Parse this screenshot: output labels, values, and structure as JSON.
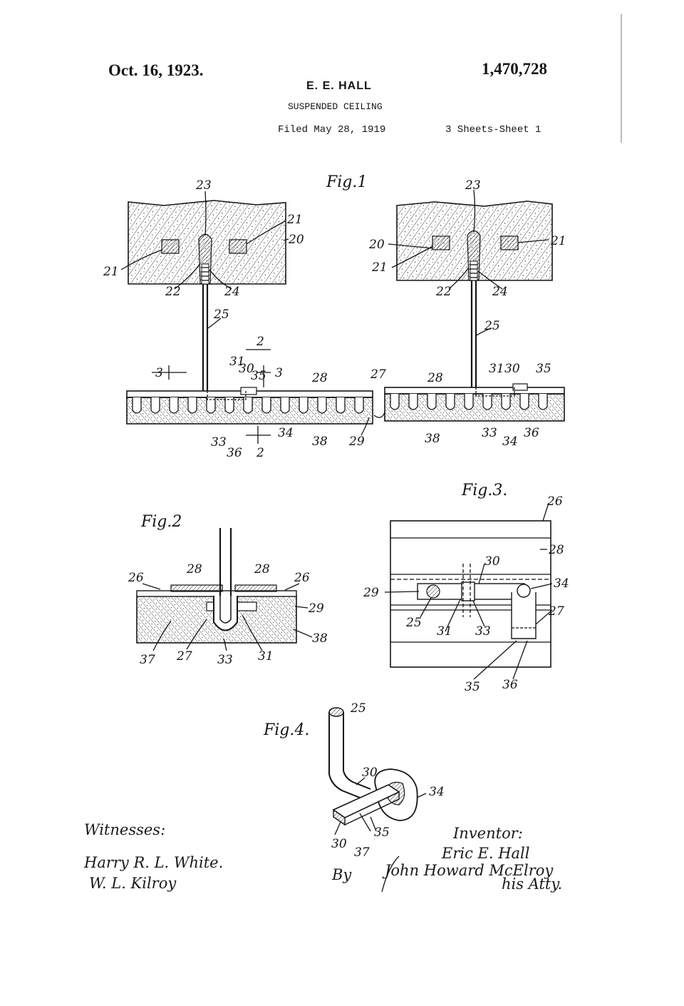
{
  "header": {
    "date": "Oct. 16, 1923.",
    "patent_number": "1,470,728",
    "inventor": "E. E. HALL",
    "title": "SUSPENDED CEILING",
    "filed": "Filed May 28, 1919",
    "sheets": "3 Sheets-Sheet 1"
  },
  "figures": {
    "fig1": {
      "label": "Fig.1",
      "refs": [
        "23",
        "21",
        "20",
        "21",
        "22",
        "24",
        "25",
        "23",
        "20",
        "21",
        "21",
        "22",
        "24",
        "25",
        "2",
        "3",
        "31",
        "30",
        "35",
        "3",
        "28",
        "27",
        "28",
        "31",
        "30",
        "35",
        "33",
        "36",
        "34",
        "38",
        "29",
        "2",
        "38",
        "33",
        "34",
        "36"
      ]
    },
    "fig2": {
      "label": "Fig.2",
      "refs": [
        "26",
        "28",
        "28",
        "26",
        "29",
        "37",
        "27",
        "33",
        "31",
        "38"
      ]
    },
    "fig3": {
      "label": "Fig.3.",
      "refs": [
        "26",
        "28",
        "30",
        "29",
        "34",
        "25",
        "31",
        "33",
        "27",
        "35",
        "36"
      ]
    },
    "fig4": {
      "label": "Fig.4.",
      "refs": [
        "25",
        "30",
        "34",
        "35",
        "30",
        "37"
      ]
    }
  },
  "signatures": {
    "witnesses_label": "Witnesses:",
    "witness_1": "Harry R. L. White.",
    "witness_2": "W. L. Kilroy",
    "inventor_label": "Inventor:",
    "inventor_signature": "Eric E. Hall",
    "by_label": "By",
    "attorney_signature": "John Howard McElroy",
    "attorney_suffix": "his Atty."
  }
}
